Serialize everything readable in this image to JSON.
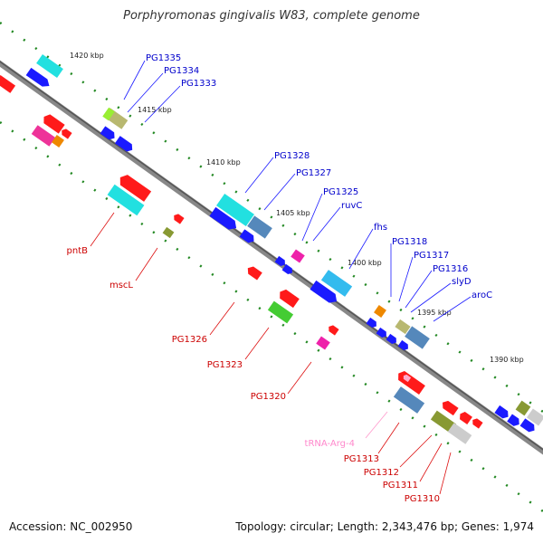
{
  "title": "Porphyromonas gingivalis W83, complete genome",
  "footer": {
    "accession": "Accession: NC_002950",
    "stats": "Topology: circular; Length: 2,343,476 bp; Genes: 1,974"
  },
  "scale_labels": [
    "1420 kbp",
    "1415 kbp",
    "1410 kbp",
    "1405 kbp",
    "1400 kbp",
    "1395 kbp",
    "1390 kbp"
  ],
  "gene_labels_top": [
    "PG1335",
    "PG1334",
    "PG1333",
    "PG1328",
    "PG1327",
    "PG1325",
    "ruvC",
    "fhs",
    "PG1318",
    "PG1317",
    "PG1316",
    "slyD",
    "aroC"
  ],
  "gene_labels_bottom": [
    "pntB",
    "mscL",
    "PG1326",
    "PG1323",
    "PG1320",
    "tRNA-Arg-4",
    "PG1313",
    "PG1312",
    "PG1311",
    "PG1310"
  ],
  "colors": {
    "forward_cds": "#1a1aff",
    "reverse_cds": "#ff1a1a",
    "top_label": "#0000cc",
    "bottom_label": "#cc0000",
    "trna_label": "#ff88cc"
  }
}
